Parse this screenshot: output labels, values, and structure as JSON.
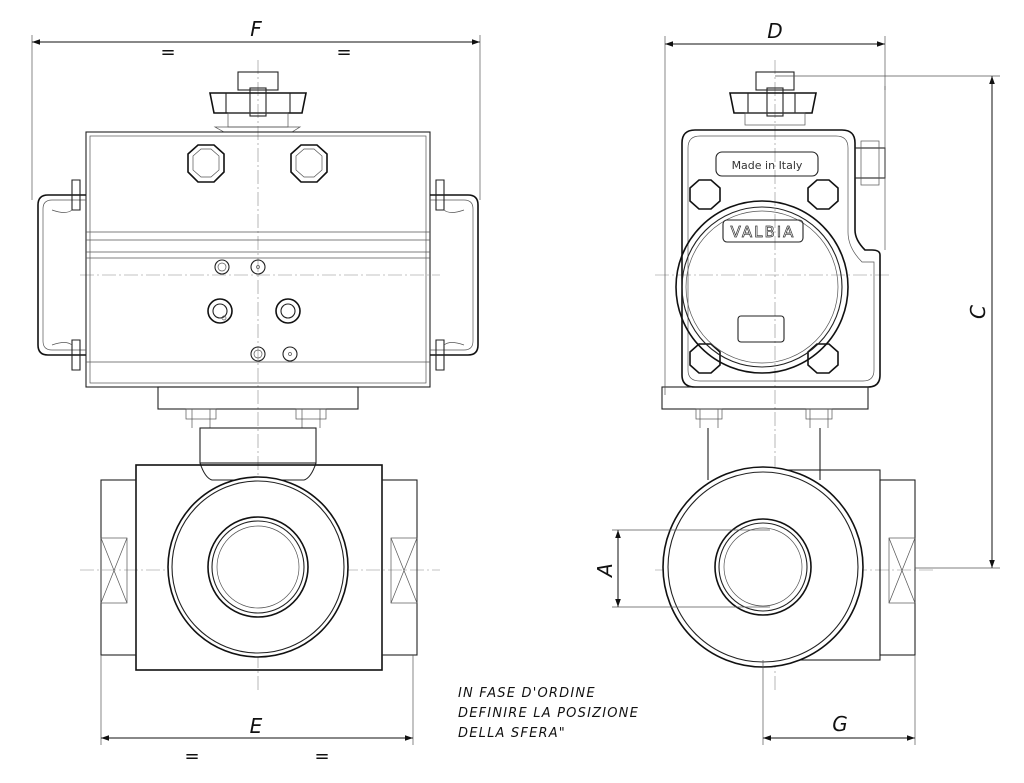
{
  "dimensions": {
    "F": "F",
    "D": "D",
    "C": "C",
    "A": "A",
    "E": "E",
    "G": "G",
    "equal_sign": "="
  },
  "labels": {
    "brand_plate": "VALBIA",
    "made_in_italy": "Made in Italy"
  },
  "note": {
    "line1": "IN FASE D'ORDINE",
    "line2": "DEFINIRE LA POSIZIONE",
    "line3": "DELLA SFERA\""
  }
}
